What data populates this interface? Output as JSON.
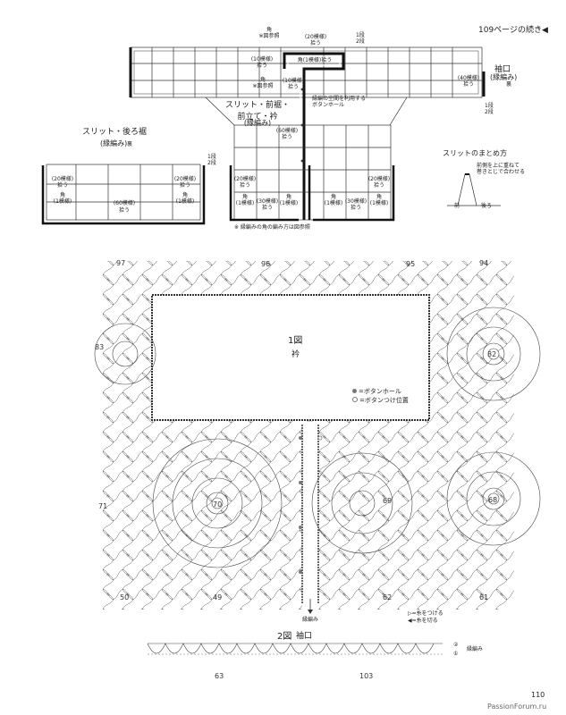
{
  "header": {
    "continued_text": "109ページの続き◀"
  },
  "top_diagram": {
    "corner_note": "角\n※図参照",
    "ring20_top": "(20模様)\n拾う",
    "ring10": "(10模様)\n拾う",
    "corner_note_left": "角\n※図参照",
    "ring10_b": "(10模様)\n拾う",
    "corner_1pattern": "角(1模様)拾う",
    "ring60": "(60模様)\n拾う",
    "buttonhole_note": "縁編の空間を利用する\nボタンホール",
    "slit_front_title": "スリット・前裾・\n前立て・衿",
    "slit_front_sub": "(縁編み)",
    "cuff_title": "袖口",
    "cuff_sub": "(縁編み)",
    "cuff_ring": "(40模様)\n拾う",
    "cuff_front": "裏",
    "rows_top": "1段\n2段",
    "rows_cuff": "1段\n2段",
    "slit_back_title": "スリット・後ろ裾",
    "slit_back_sub": "(縁編み)",
    "slit_back_mark": "裏",
    "rows_back": "1段\n2段",
    "back_left20": "(20模様)\n拾う",
    "back_right20": "(20模様)\n拾う",
    "back_corner_l": "角\n(1模様)",
    "back_corner_r": "角\n(1模様)",
    "back_60": "(60模様)",
    "back_60b": "拾う",
    "front_20": "(20模様)\n拾う",
    "front_20b": "(20模様)\n拾う",
    "front_corner1": "角\n(1模様)",
    "front_30a": "(30模様)\n拾う",
    "front_corner2": "角\n(1模様)",
    "front_corner3": "角\n(1模様)",
    "front_30b": "(30模様)\n拾う",
    "front_corner4": "角\n(1模様)",
    "footnote": "※ 縁編みの角の編み方は図参照",
    "slit_finish_title": "スリットのまとめ方",
    "slit_finish_note": "前側を上に重ねて\n巻きとじで合わせる",
    "front_label": "前",
    "back_label": "後ろ"
  },
  "main_figure": {
    "title": "1図",
    "subtitle": "衿",
    "legend_buttonhole": "=ボタンホール",
    "legend_button": "=ボタンつけ位置",
    "motif_numbers": [
      "97",
      "96",
      "95",
      "94",
      "83",
      "82",
      "71",
      "70",
      "69",
      "68",
      "50",
      "49",
      "62",
      "61"
    ],
    "edging_label": "縁編み",
    "legend_attach": "=糸をつける",
    "legend_cut": "=糸を切る"
  },
  "figure2": {
    "title": "2図",
    "subtitle": "袖口",
    "row2": "②",
    "row1": "①",
    "edging_label": "縁編み",
    "numbers": [
      "63",
      "103"
    ]
  },
  "footer": {
    "page_number": "110",
    "watermark": "PassionForum.ru"
  }
}
